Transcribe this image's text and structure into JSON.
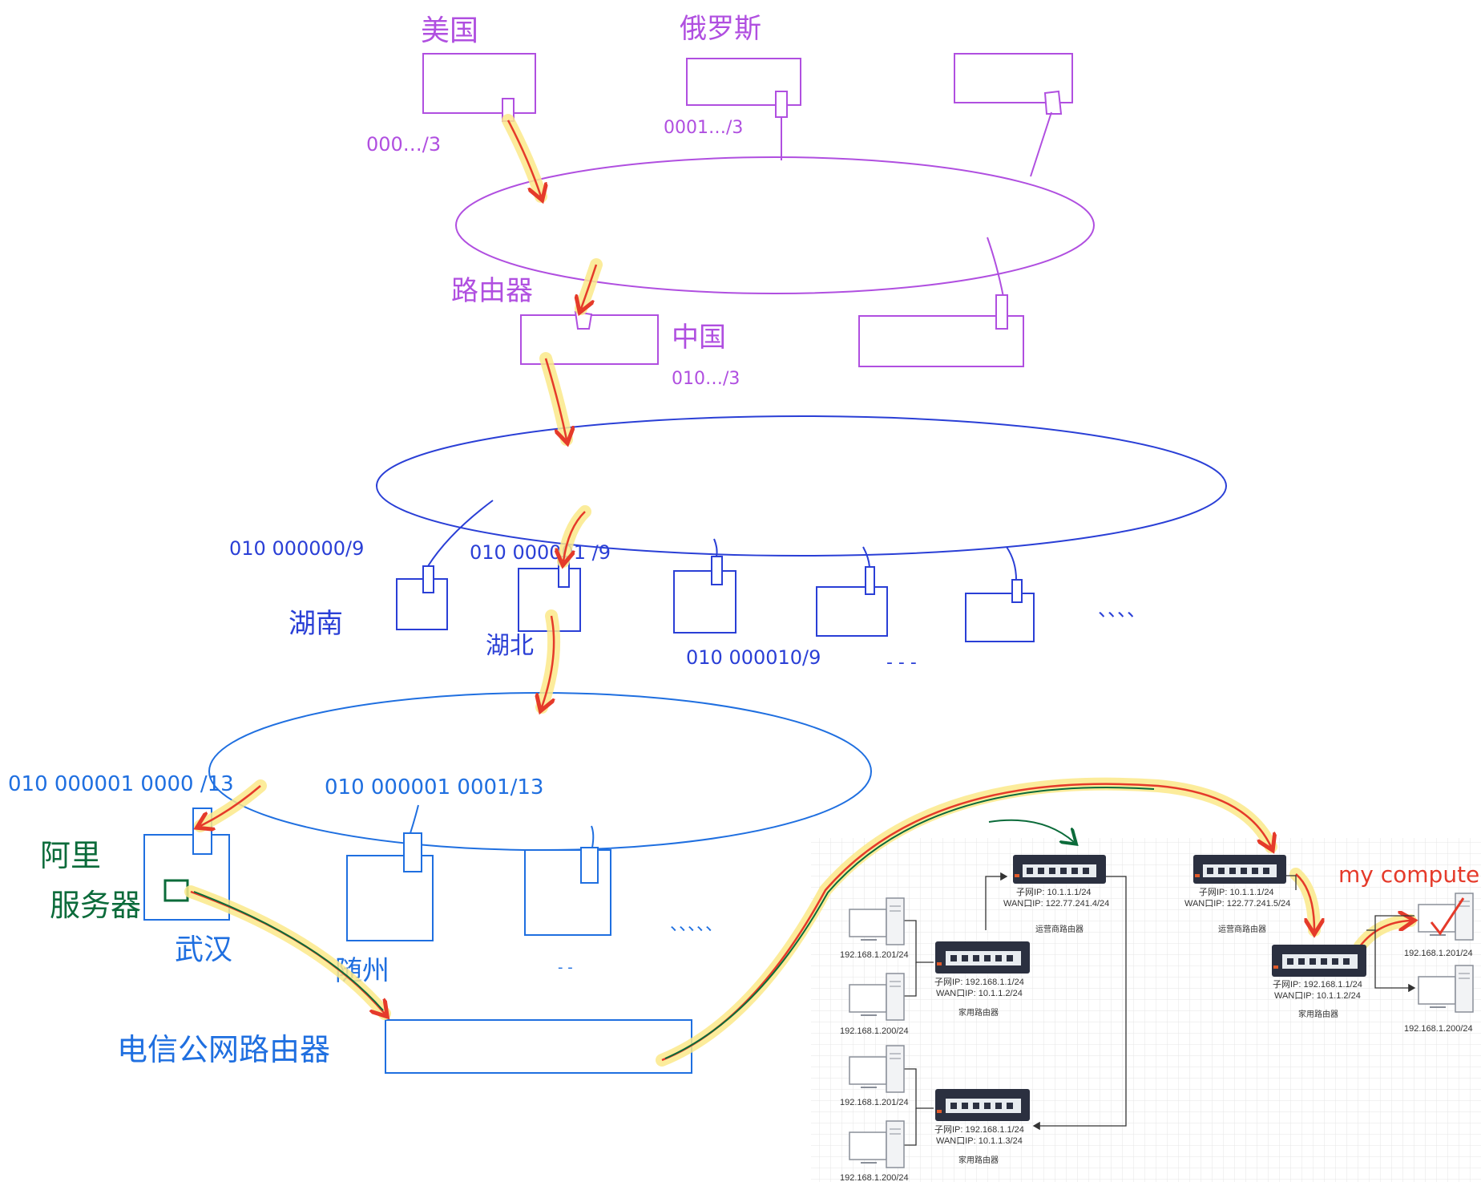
{
  "colors": {
    "level1": "#b04fe0",
    "level2": "#2a3fd6",
    "level3": "#1f6fe0",
    "aliyun": "#0b6b3a",
    "path": "#e53a2a",
    "highlight": "#fbe98a",
    "device": "#2b3040"
  },
  "labels": {
    "usa": "美国",
    "russia": "俄罗斯",
    "china": "中国",
    "router": "路由器",
    "usa_addr": "000…/3",
    "russia_addr": "0001…/3",
    "china_addr": "010…/3",
    "hunan_addr": "010 000000/9",
    "hubei_addr": "010 000001 /9",
    "addr_9c": "010  000010/9",
    "hunan": "湖南",
    "hubei": "湖北",
    "dots_1": "、、、、",
    "dots_2": "- - -",
    "wuhan_addr": "010 000001 0000 /13",
    "suizhou_addr": "010 000001 0001/13",
    "aliyun": "阿里",
    "server": "服务器",
    "wuhan": "武汉",
    "suizhou": "随州",
    "dots_3": "、、、、、",
    "dots_4": "- -",
    "telecom_router": "电信公网路由器",
    "my_computer": "my computer"
  },
  "network": {
    "isp_router_a": {
      "subnet": "子网IP:  10.1.1.1/24",
      "wan": "WAN口IP:  122.77.241.4/24",
      "name": "运营商路由器"
    },
    "isp_router_b": {
      "subnet": "子网IP:  10.1.1.1/24",
      "wan": "WAN口IP:  122.77.241.5/24",
      "name": "运营商路由器"
    },
    "home_router_1": {
      "subnet": "子网IP:  192.168.1.1/24",
      "wan": "WAN口IP:  10.1.1.2/24",
      "name": "家用路由器"
    },
    "home_router_2": {
      "subnet": "子网IP:  192.168.1.1/24",
      "wan": "WAN口IP:  10.1.1.3/24",
      "name": "家用路由器"
    },
    "home_router_3": {
      "subnet": "子网IP:  192.168.1.1/24",
      "wan": "WAN口IP:  10.1.1.2/24",
      "name": "家用路由器"
    },
    "pc_1": "192.168.1.201/24",
    "pc_2": "192.168.1.200/24",
    "pc_3": "192.168.1.201/24",
    "pc_4": "192.168.1.200/24",
    "pc_5": "192.168.1.201/24",
    "pc_6": "192.168.1.200/24"
  }
}
